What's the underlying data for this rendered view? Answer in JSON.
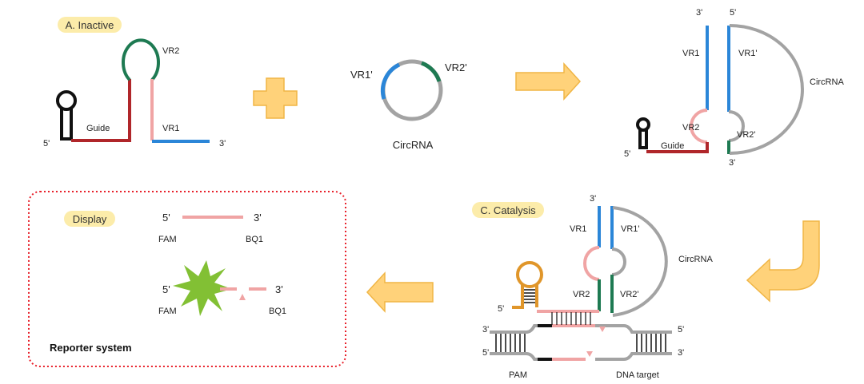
{
  "panel_a": {
    "title": "A. Inactive",
    "vr2": "VR2",
    "guide": "Guide",
    "vr1": "VR1",
    "five_prime": "5'",
    "three_prime": "3'"
  },
  "circ": {
    "vr1p": "VR1'",
    "vr2p": "VR2'",
    "caption": "CircRNA"
  },
  "panel_b": {
    "three_prime_top": "3'",
    "five_prime_top": "5'",
    "vr1": "VR1",
    "vr1p": "VR1'",
    "circ": "CircRNA",
    "vr2": "VR2",
    "vr2p": "VR2'",
    "guide": "Guide",
    "five_prime": "5'",
    "three_prime_bottom": "3'"
  },
  "panel_c": {
    "title": "C. Catalysis",
    "three_prime_top": "3'",
    "vr1": "VR1",
    "vr1p": "VR1'",
    "circ": "CircRNA",
    "vr2": "VR2",
    "vr2p": "VR2'",
    "five_prime_guide": "5'",
    "dna_3_left": "3'",
    "dna_5_left": "5'",
    "dna_5_right": "5'",
    "dna_3_right": "3'",
    "pam": "PAM",
    "dna_target": "DNA target"
  },
  "reporter": {
    "display": "Display",
    "five_a": "5'",
    "three_a": "3'",
    "fam_a": "FAM",
    "bq1_a": "BQ1",
    "five_b": "5'",
    "three_b": "3'",
    "fam_b": "FAM",
    "bq1_b": "BQ1",
    "title": "Reporter system"
  },
  "colors": {
    "dark_green": "#1e7a52",
    "pink": "#f0a4a4",
    "blue": "#2b86d8",
    "dark_red": "#b0262a",
    "gray": "#a3a3a3",
    "black": "#111111",
    "orange_hairpin": "#e0962a",
    "arrow_fill": "#ffd27a",
    "arrow_stroke": "#f0b545",
    "tag_fill": "#fcecaa",
    "reporter_border": "#e8202a",
    "fam_green": "#82c034"
  }
}
